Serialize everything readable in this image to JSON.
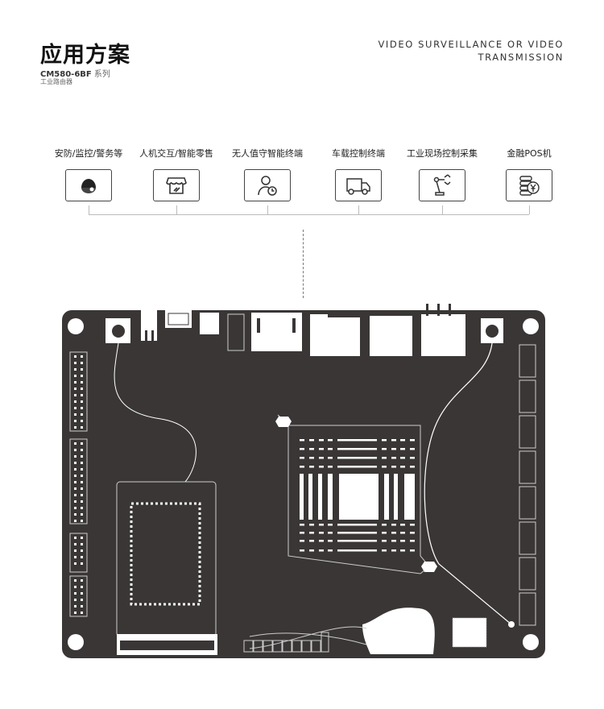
{
  "header": {
    "title": "应用方案",
    "model": "CM580-6BF",
    "series": "系列",
    "subtitle": "工业路由器",
    "english_line1": "VIDEO SURVEILLANCE OR VIDEO",
    "english_line2": "TRANSMISSION"
  },
  "applications": [
    {
      "label": "安防/监控/警务等",
      "icon": "security-camera-icon"
    },
    {
      "label": "人机交互/智能零售",
      "icon": "storefront-icon"
    },
    {
      "label": "无人值守智能终端",
      "icon": "user-clock-icon"
    },
    {
      "label": "车载控制终端",
      "icon": "truck-icon"
    },
    {
      "label": "工业现场控制采集",
      "icon": "robot-arm-icon"
    },
    {
      "label": "金融POS机",
      "icon": "coins-yen-icon"
    }
  ],
  "colors": {
    "board": "#3a3636",
    "component": "#ffffff"
  }
}
